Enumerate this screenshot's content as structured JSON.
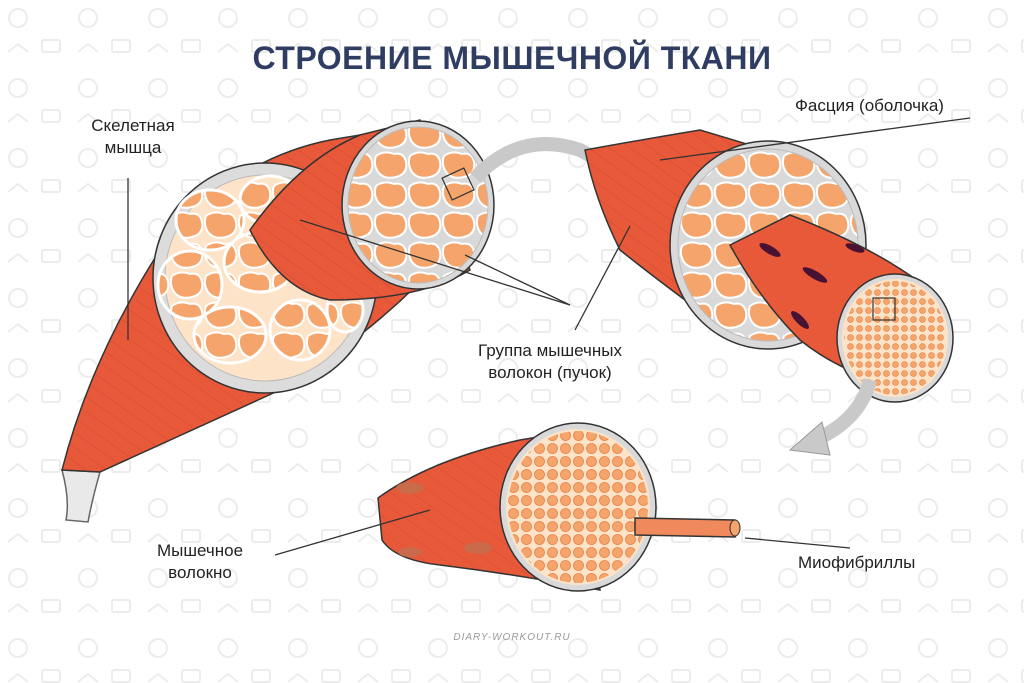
{
  "title": "СТРОЕНИЕ МЫШЕЧНОЙ ТКАНИ",
  "labels": {
    "skeletal_muscle": [
      "Скелетная",
      "мышца"
    ],
    "fascia": "Фасция (оболочка)",
    "fiber_bundle": [
      "Группа мышечных",
      "волокон (пучок)"
    ],
    "muscle_fiber": [
      "Мышечное",
      "волокно"
    ],
    "myofibrils": "Миофибриллы"
  },
  "source": "DIARY-WORKOUT.RU",
  "colors": {
    "title": "#2f3d62",
    "muscle": "#e8593a",
    "muscle_dark": "#c4402a",
    "fascicle_fill": "#f5a56b",
    "fascicle_bg": "#fde3c8",
    "sheath": "#d9d9d9",
    "arrow": "#c9c9c9",
    "nucleus": "#4a1232"
  }
}
